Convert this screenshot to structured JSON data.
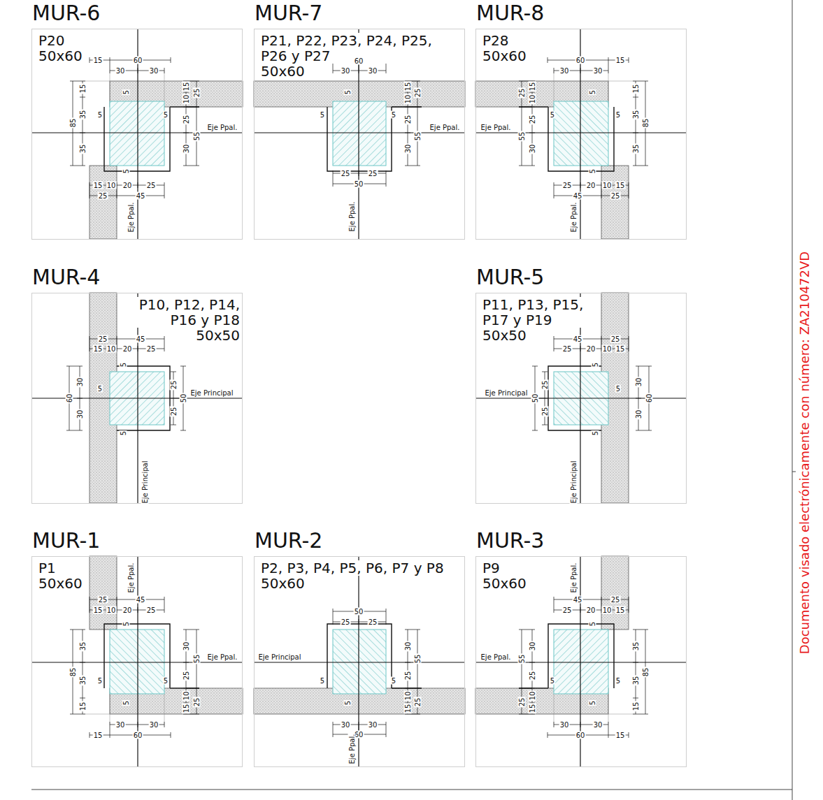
{
  "diagram": {
    "nodes": [
      {
        "text": [
          "MUR-6",
          "P20",
          "50x60"
        ]
      },
      {
        "text": [
          "MUR-7",
          "P21, P22, P23, P24, P25, P26 y P27",
          "50x60"
        ]
      },
      {
        "text": [
          "MUR-8",
          "P28",
          "50x60"
        ]
      },
      {
        "text": [
          "MUR-4",
          "P10, P12, P14, P16 y P18",
          "50x50"
        ]
      },
      {
        "text": [
          "MUR-5",
          "P11, P13, P15, P17 y P19",
          "50x50"
        ]
      },
      {
        "text": [
          "MUR-1",
          "P1",
          "50x60"
        ]
      },
      {
        "text": [
          "MUR-2",
          "P2, P3, P4, P5, P6, P7 y P8",
          "50x60"
        ]
      },
      {
        "text": [
          "MUR-3",
          "P9",
          "50x60"
        ]
      }
    ],
    "labels": [
      "15",
      "60",
      "30",
      "30",
      "15",
      "35",
      "85",
      "35",
      "5",
      "5",
      "5",
      "5",
      "10",
      "15",
      "25",
      "25",
      "55",
      "30",
      "15",
      "10",
      "20",
      "25",
      "25",
      "45",
      "Eje Ppal.",
      "Eje Ppal.",
      "60",
      "30",
      "30",
      "5",
      "5",
      "5",
      "10",
      "15",
      "25",
      "25",
      "55",
      "30",
      "25",
      "25",
      "50",
      "Eje Ppal.",
      "Eje Ppal.",
      "15",
      "60",
      "30",
      "30",
      "15",
      "35",
      "85",
      "35",
      "5",
      "5",
      "5",
      "5",
      "10",
      "15",
      "25",
      "25",
      "55",
      "30",
      "15",
      "10",
      "20",
      "25",
      "25",
      "45",
      "Eje Ppal.",
      "Eje Ppal.",
      "25",
      "45",
      "15",
      "10",
      "20",
      "25",
      "5",
      "5",
      "30",
      "60",
      "30",
      "25",
      "50",
      "25",
      "5",
      "Eje Principal",
      "Eje Principal",
      "25",
      "45",
      "15",
      "10",
      "20",
      "25",
      "5",
      "5",
      "30",
      "60",
      "30",
      "25",
      "50",
      "25",
      "5",
      "Eje Principal",
      "Eje Principal",
      "15",
      "60",
      "30",
      "30",
      "15",
      "35",
      "85",
      "35",
      "5",
      "5",
      "5",
      "5",
      "10",
      "15",
      "25",
      "25",
      "55",
      "30",
      "15",
      "10",
      "20",
      "25",
      "25",
      "45",
      "Eje Ppal.",
      "Eje Ppal.",
      "60",
      "30",
      "30",
      "5",
      "5",
      "5",
      "10",
      "15",
      "25",
      "25",
      "55",
      "30",
      "25",
      "25",
      "50",
      "Eje Principal",
      "Eje Ppal.",
      "15",
      "60",
      "30",
      "30",
      "15",
      "35",
      "85",
      "35",
      "5",
      "5",
      "5",
      "5",
      "10",
      "15",
      "25",
      "25",
      "55",
      "30",
      "15",
      "10",
      "20",
      "25",
      "25",
      "45",
      "Eje Ppal.",
      "Eje Ppal.",
      "Documento visado electrónicamente con número: ZA210472VD"
    ]
  }
}
